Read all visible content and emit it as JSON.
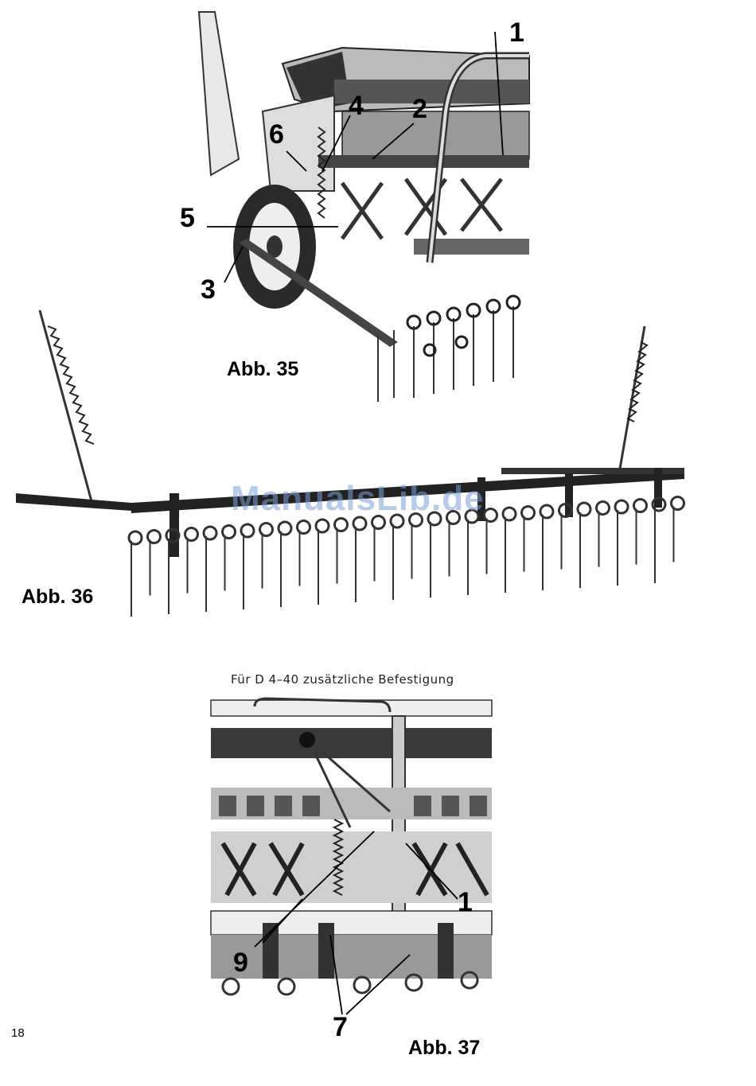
{
  "figures": [
    {
      "caption": "Abb. 35",
      "callouts": [
        "1",
        "2",
        "3",
        "4",
        "5",
        "6"
      ]
    },
    {
      "caption": "Abb. 36",
      "callouts": []
    },
    {
      "note": "Für D 4–40 zusätzliche Befestigung",
      "caption": "Abb. 37",
      "callouts": [
        "1",
        "7",
        "9"
      ]
    }
  ],
  "watermark": "ManualsLib.de",
  "page_number": "18"
}
